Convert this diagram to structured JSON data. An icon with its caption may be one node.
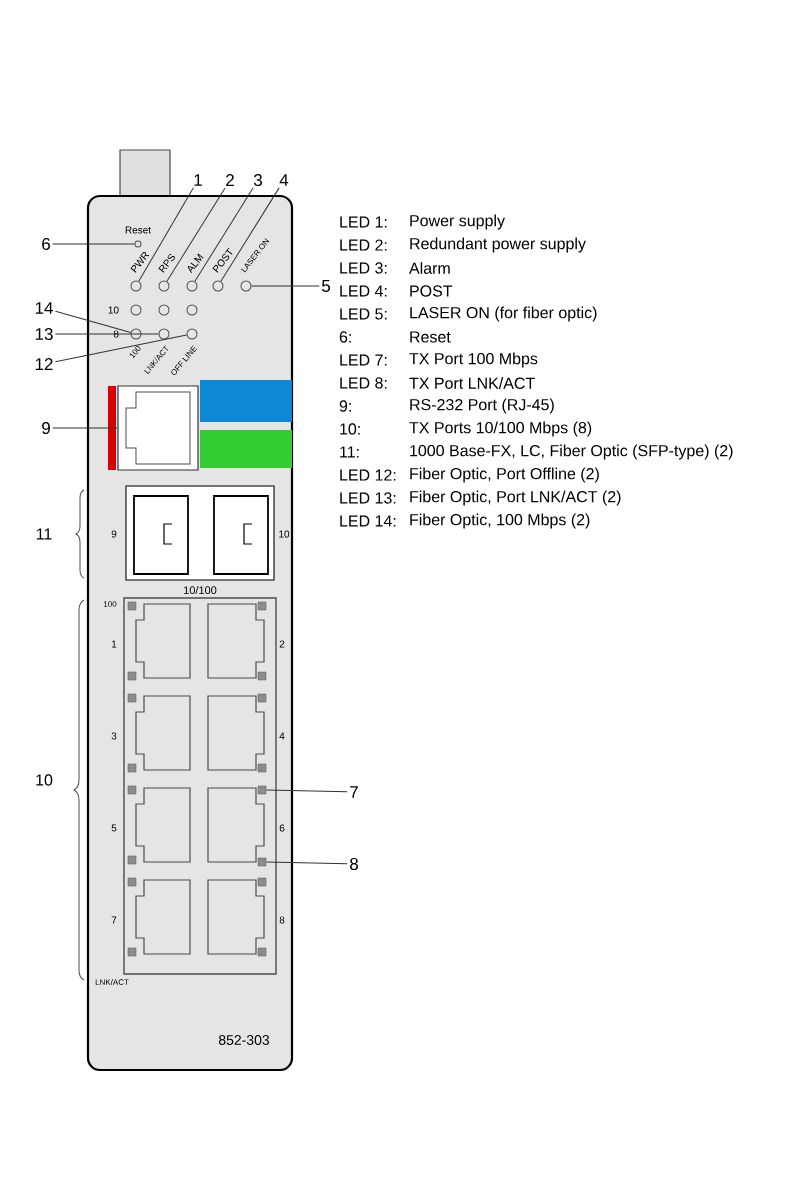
{
  "diagram": {
    "nodes": [
      {
        "text": [
          "1"
        ]
      },
      {
        "text": [
          "2"
        ]
      },
      {
        "text": [
          "3"
        ]
      },
      {
        "text": [
          "4"
        ]
      },
      {
        "text": [
          "5"
        ]
      },
      {
        "text": [
          "6"
        ]
      },
      {
        "text": [
          "14"
        ]
      },
      {
        "text": [
          "13"
        ]
      },
      {
        "text": [
          "12"
        ]
      },
      {
        "text": [
          "9"
        ]
      },
      {
        "text": [
          "7"
        ]
      },
      {
        "text": [
          "8"
        ]
      },
      {
        "text": [],
        "shape": "circle"
      },
      {
        "text": [],
        "shape": "circle"
      },
      {
        "text": [],
        "shape": "circle"
      },
      {
        "text": [],
        "shape": "circle"
      },
      {
        "text": [],
        "shape": "circle"
      },
      {
        "text": [],
        "shape": "circle"
      },
      {
        "text": [],
        "shape": "circle"
      },
      {
        "text": [],
        "shape": "circle"
      },
      {
        "text": [],
        "shape": "circle"
      },
      {
        "text": [],
        "shape": "box"
      },
      {
        "text": [],
        "shape": "box"
      },
      {
        "text": [],
        "shape": "box"
      }
    ],
    "edges": [
      {
        "from": 0,
        "to": 12,
        "arrow": "none"
      },
      {
        "from": 1,
        "to": 13,
        "arrow": "none"
      },
      {
        "from": 2,
        "to": 14,
        "arrow": "none"
      },
      {
        "from": 3,
        "to": 15,
        "arrow": "none"
      },
      {
        "from": 4,
        "to": 16,
        "arrow": "none"
      },
      {
        "from": 5,
        "to": 17,
        "arrow": "none"
      },
      {
        "from": 6,
        "to": 18,
        "arrow": "none"
      },
      {
        "from": 7,
        "to": 19,
        "arrow": "none"
      },
      {
        "from": 8,
        "to": 20,
        "arrow": "none"
      },
      {
        "from": 9,
        "to": 21,
        "arrow": "none"
      },
      {
        "from": 10,
        "to": 22,
        "arrow": "none"
      },
      {
        "from": 11,
        "to": 23,
        "arrow": "none"
      }
    ],
    "labels": [
      "Reset",
      "PWR",
      "RPS",
      "ALM",
      "POST",
      "LASER ON",
      "10",
      "8",
      "100",
      "LNK/ACT",
      "OFF LINE",
      "11",
      "9",
      "10",
      "10/100",
      "10",
      "100",
      "1",
      "2",
      "3",
      "4",
      "5",
      "6",
      "7",
      "8",
      "LNK/ACT",
      "852-303",
      "LED 1:",
      "Power supply",
      "LED 2:",
      "Redundant power supply",
      "LED 3:",
      "Alarm",
      "LED 4:",
      "POST",
      "LED 5:",
      "LASER ON (for fiber optic)",
      "6:",
      "Reset",
      "LED 7:",
      "TX Port 100 Mbps",
      "LED 8:",
      "TX Port LNK/ACT",
      "9:",
      "RS-232 Port (RJ-45)",
      "10:",
      "TX Ports 10/100 Mbps (8)",
      "11:",
      "1000 Base-FX, LC, Fiber Optic (SFP-type) (2)",
      "LED 12:",
      "Fiber Optic, Port Offline (2)",
      "LED 13:",
      "Fiber Optic, Port LNK/ACT (2)",
      "LED 14:",
      "Fiber Optic, 100 Mbps (2)"
    ]
  }
}
